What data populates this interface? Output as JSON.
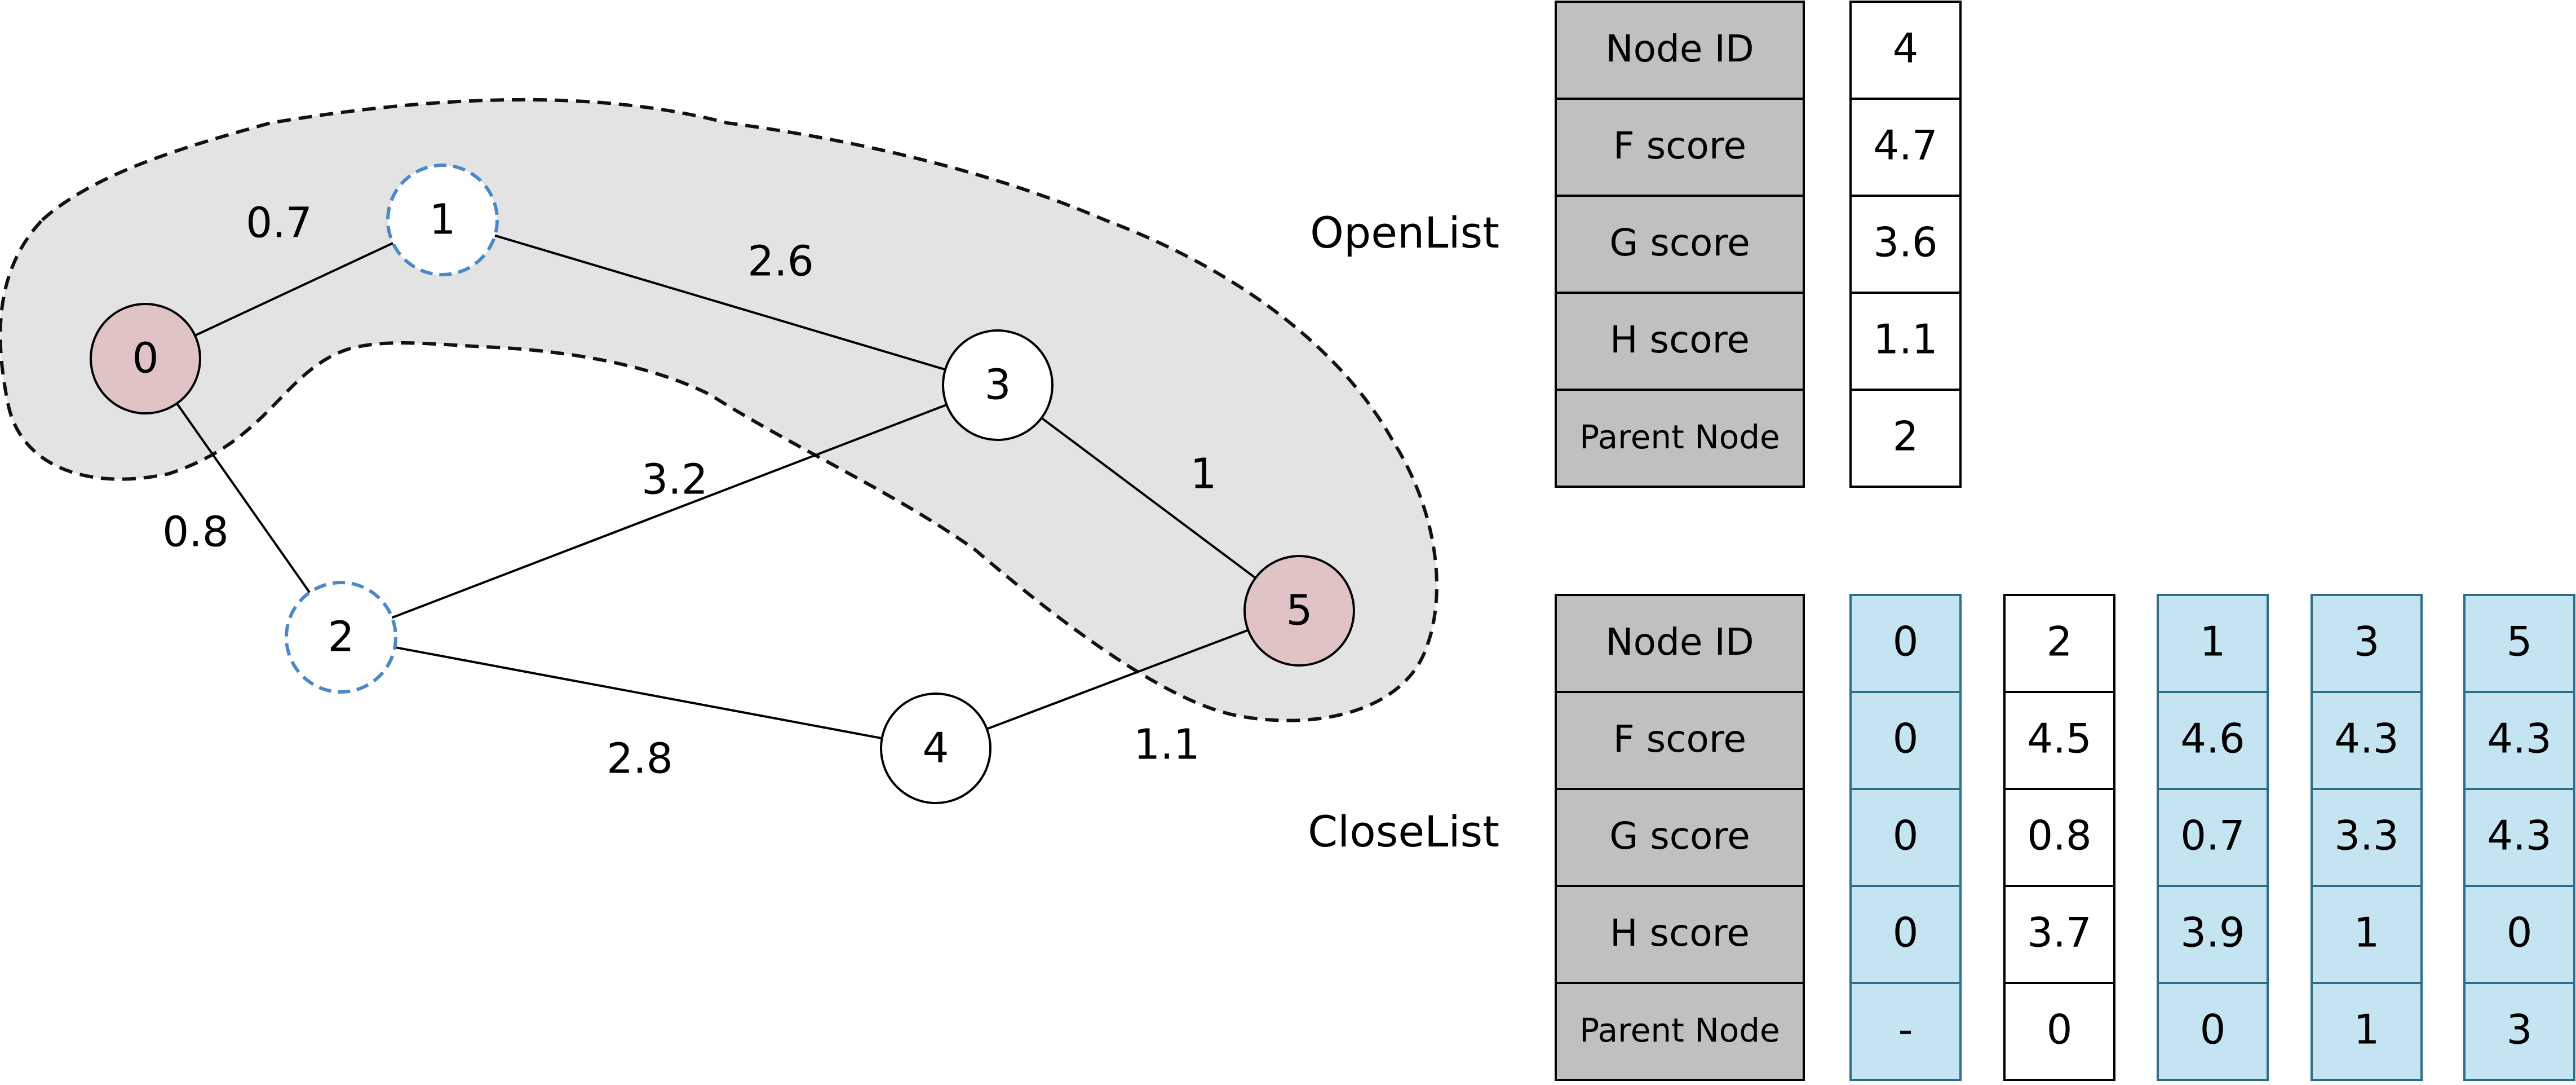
{
  "graph": {
    "nodes": [
      {
        "id": "0",
        "style": "highlight"
      },
      {
        "id": "1",
        "style": "dashed"
      },
      {
        "id": "2",
        "style": "dashed"
      },
      {
        "id": "3",
        "style": "plain"
      },
      {
        "id": "4",
        "style": "plain"
      },
      {
        "id": "5",
        "style": "highlight"
      }
    ],
    "edges": [
      {
        "from": "0",
        "to": "1",
        "weight": "0.7"
      },
      {
        "from": "1",
        "to": "3",
        "weight": "2.6"
      },
      {
        "from": "0",
        "to": "2",
        "weight": "0.8"
      },
      {
        "from": "2",
        "to": "3",
        "weight": "3.2"
      },
      {
        "from": "3",
        "to": "5",
        "weight": "1"
      },
      {
        "from": "2",
        "to": "4",
        "weight": "2.8"
      },
      {
        "from": "4",
        "to": "5",
        "weight": "1.1"
      }
    ]
  },
  "open_list": {
    "label": "OpenList",
    "row_headers": [
      "Node ID",
      "F score",
      "G score",
      "H score",
      "Parent Node"
    ],
    "columns": [
      {
        "values": [
          "4",
          "4.7",
          "3.6",
          "1.1",
          "2"
        ],
        "style": "plain"
      }
    ]
  },
  "close_list": {
    "label": "CloseList",
    "row_headers": [
      "Node ID",
      "F score",
      "G score",
      "H score",
      "Parent Node"
    ],
    "columns": [
      {
        "values": [
          "0",
          "0",
          "0",
          "0",
          "-"
        ],
        "style": "blue"
      },
      {
        "values": [
          "2",
          "4.5",
          "0.8",
          "3.7",
          "0"
        ],
        "style": "plain"
      },
      {
        "values": [
          "1",
          "4.6",
          "0.7",
          "3.9",
          "0"
        ],
        "style": "blue"
      },
      {
        "values": [
          "3",
          "4.3",
          "3.3",
          "1",
          "1"
        ],
        "style": "blue"
      },
      {
        "values": [
          "5",
          "4.3",
          "4.3",
          "0",
          "3"
        ],
        "style": "blue"
      }
    ]
  },
  "colors": {
    "header_fill": "#c0c0c0",
    "blue_fill": "#c4e4f2",
    "blue_stroke": "#2e6e88",
    "node_highlight": "#dfc3c5",
    "dashed_node_stroke": "#4a88c8",
    "path_region": "#e3e3e3",
    "line": "#000000"
  }
}
